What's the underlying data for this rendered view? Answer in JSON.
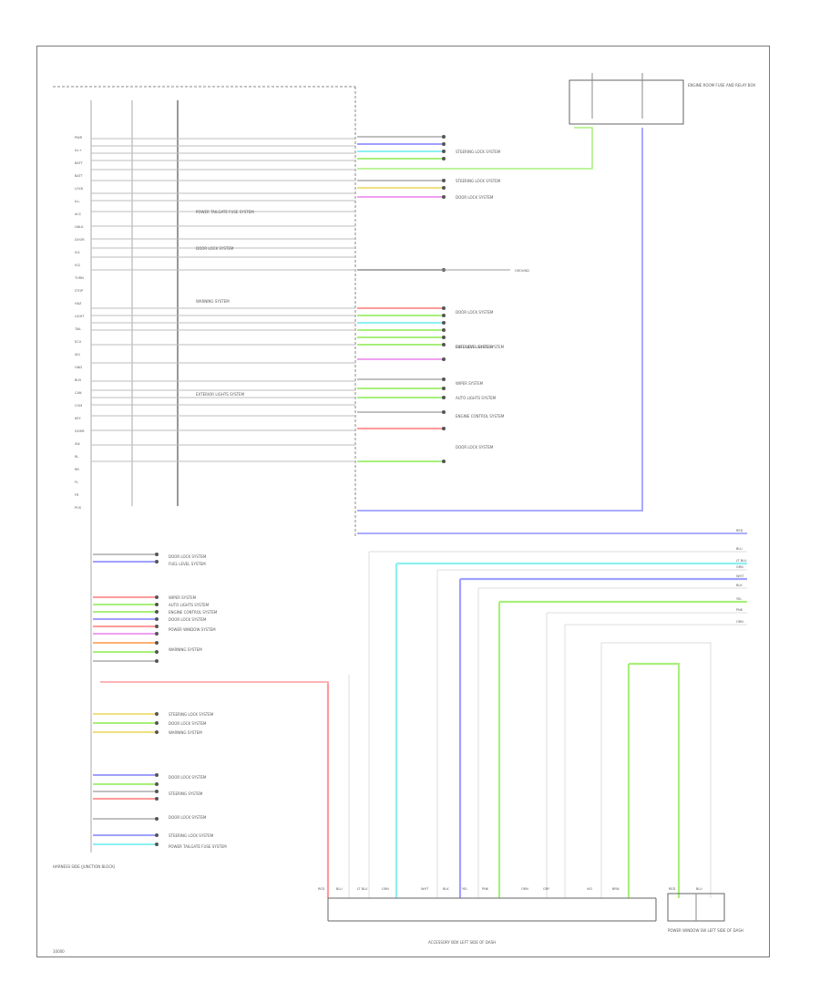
{
  "diagram": {
    "main_connector_label": "HARNESS SIDE (JUNCTION BLOCK)",
    "junction_label": "ACCESSORY BOX LEFT SIDE OF DASH",
    "fuse_box_label": "ENGINE ROOM FUSE AND RELAY BOX",
    "pin_labels": [
      "PWR",
      "ILL+",
      "BATT",
      "BATT",
      "LOCK",
      "ILL-",
      "ACC",
      "UNLK",
      "DOOR",
      "IG1",
      "IG2",
      "TURN",
      "STOP",
      "HAZ",
      "LIGHT",
      "TAIL",
      "ECU",
      "SIG",
      "GND",
      "BUS",
      "CAN",
      "COM",
      "KEY",
      "DOME",
      "SW",
      "RL",
      "RR",
      "FL",
      "FR",
      "POS"
    ],
    "system_labels": [
      "STEERING LOCK SYSTEM",
      "STEERING LOCK SYSTEM",
      "DOOR LOCK SYSTEM",
      "POWER TAILGATE FUSE SYSTEM",
      "DOOR LOCK SYSTEM",
      "WARNING SYSTEM",
      "EXTERIOR LIGHTS SYSTEM",
      "EXTERIOR LIGHTS SYSTEM",
      "DOOR LOCK SYSTEM",
      "FUEL LEVEL SYSTEM",
      "WIPER SYSTEM",
      "AUTO LIGHTS SYSTEM",
      "ENGINE CONTROL SYSTEM",
      "DOOR LOCK SYSTEM",
      "POWER WINDOW SYSTEM",
      "WARNING SYSTEM",
      "STEERING LOCK SYSTEM",
      "DOOR LOCK SYSTEM",
      "WARNING SYSTEM",
      "DOOR LOCK SYSTEM",
      "STEERING SYSTEM",
      "DOOR LOCK SYSTEM",
      "STEERING LOCK SYSTEM",
      "POWER TAILGATE FUSE SYSTEM",
      "DOOR LOCK/CLOCK SYSTEM",
      "WARNING SYSTEM",
      "WARNING SYSTEM",
      "EXTERIOR LIGHTS SYSTEM"
    ],
    "wire_labels": [
      "RED",
      "BLU",
      "LT BLU",
      "GRN",
      "WHT",
      "BLK",
      "YEL",
      "PNK",
      "ORN",
      "GRY",
      "VIO",
      "BRN"
    ],
    "bottom_right_label": "POWER WINDOW SW LEFT SIDE OF DASH",
    "footer_code": "10000"
  }
}
